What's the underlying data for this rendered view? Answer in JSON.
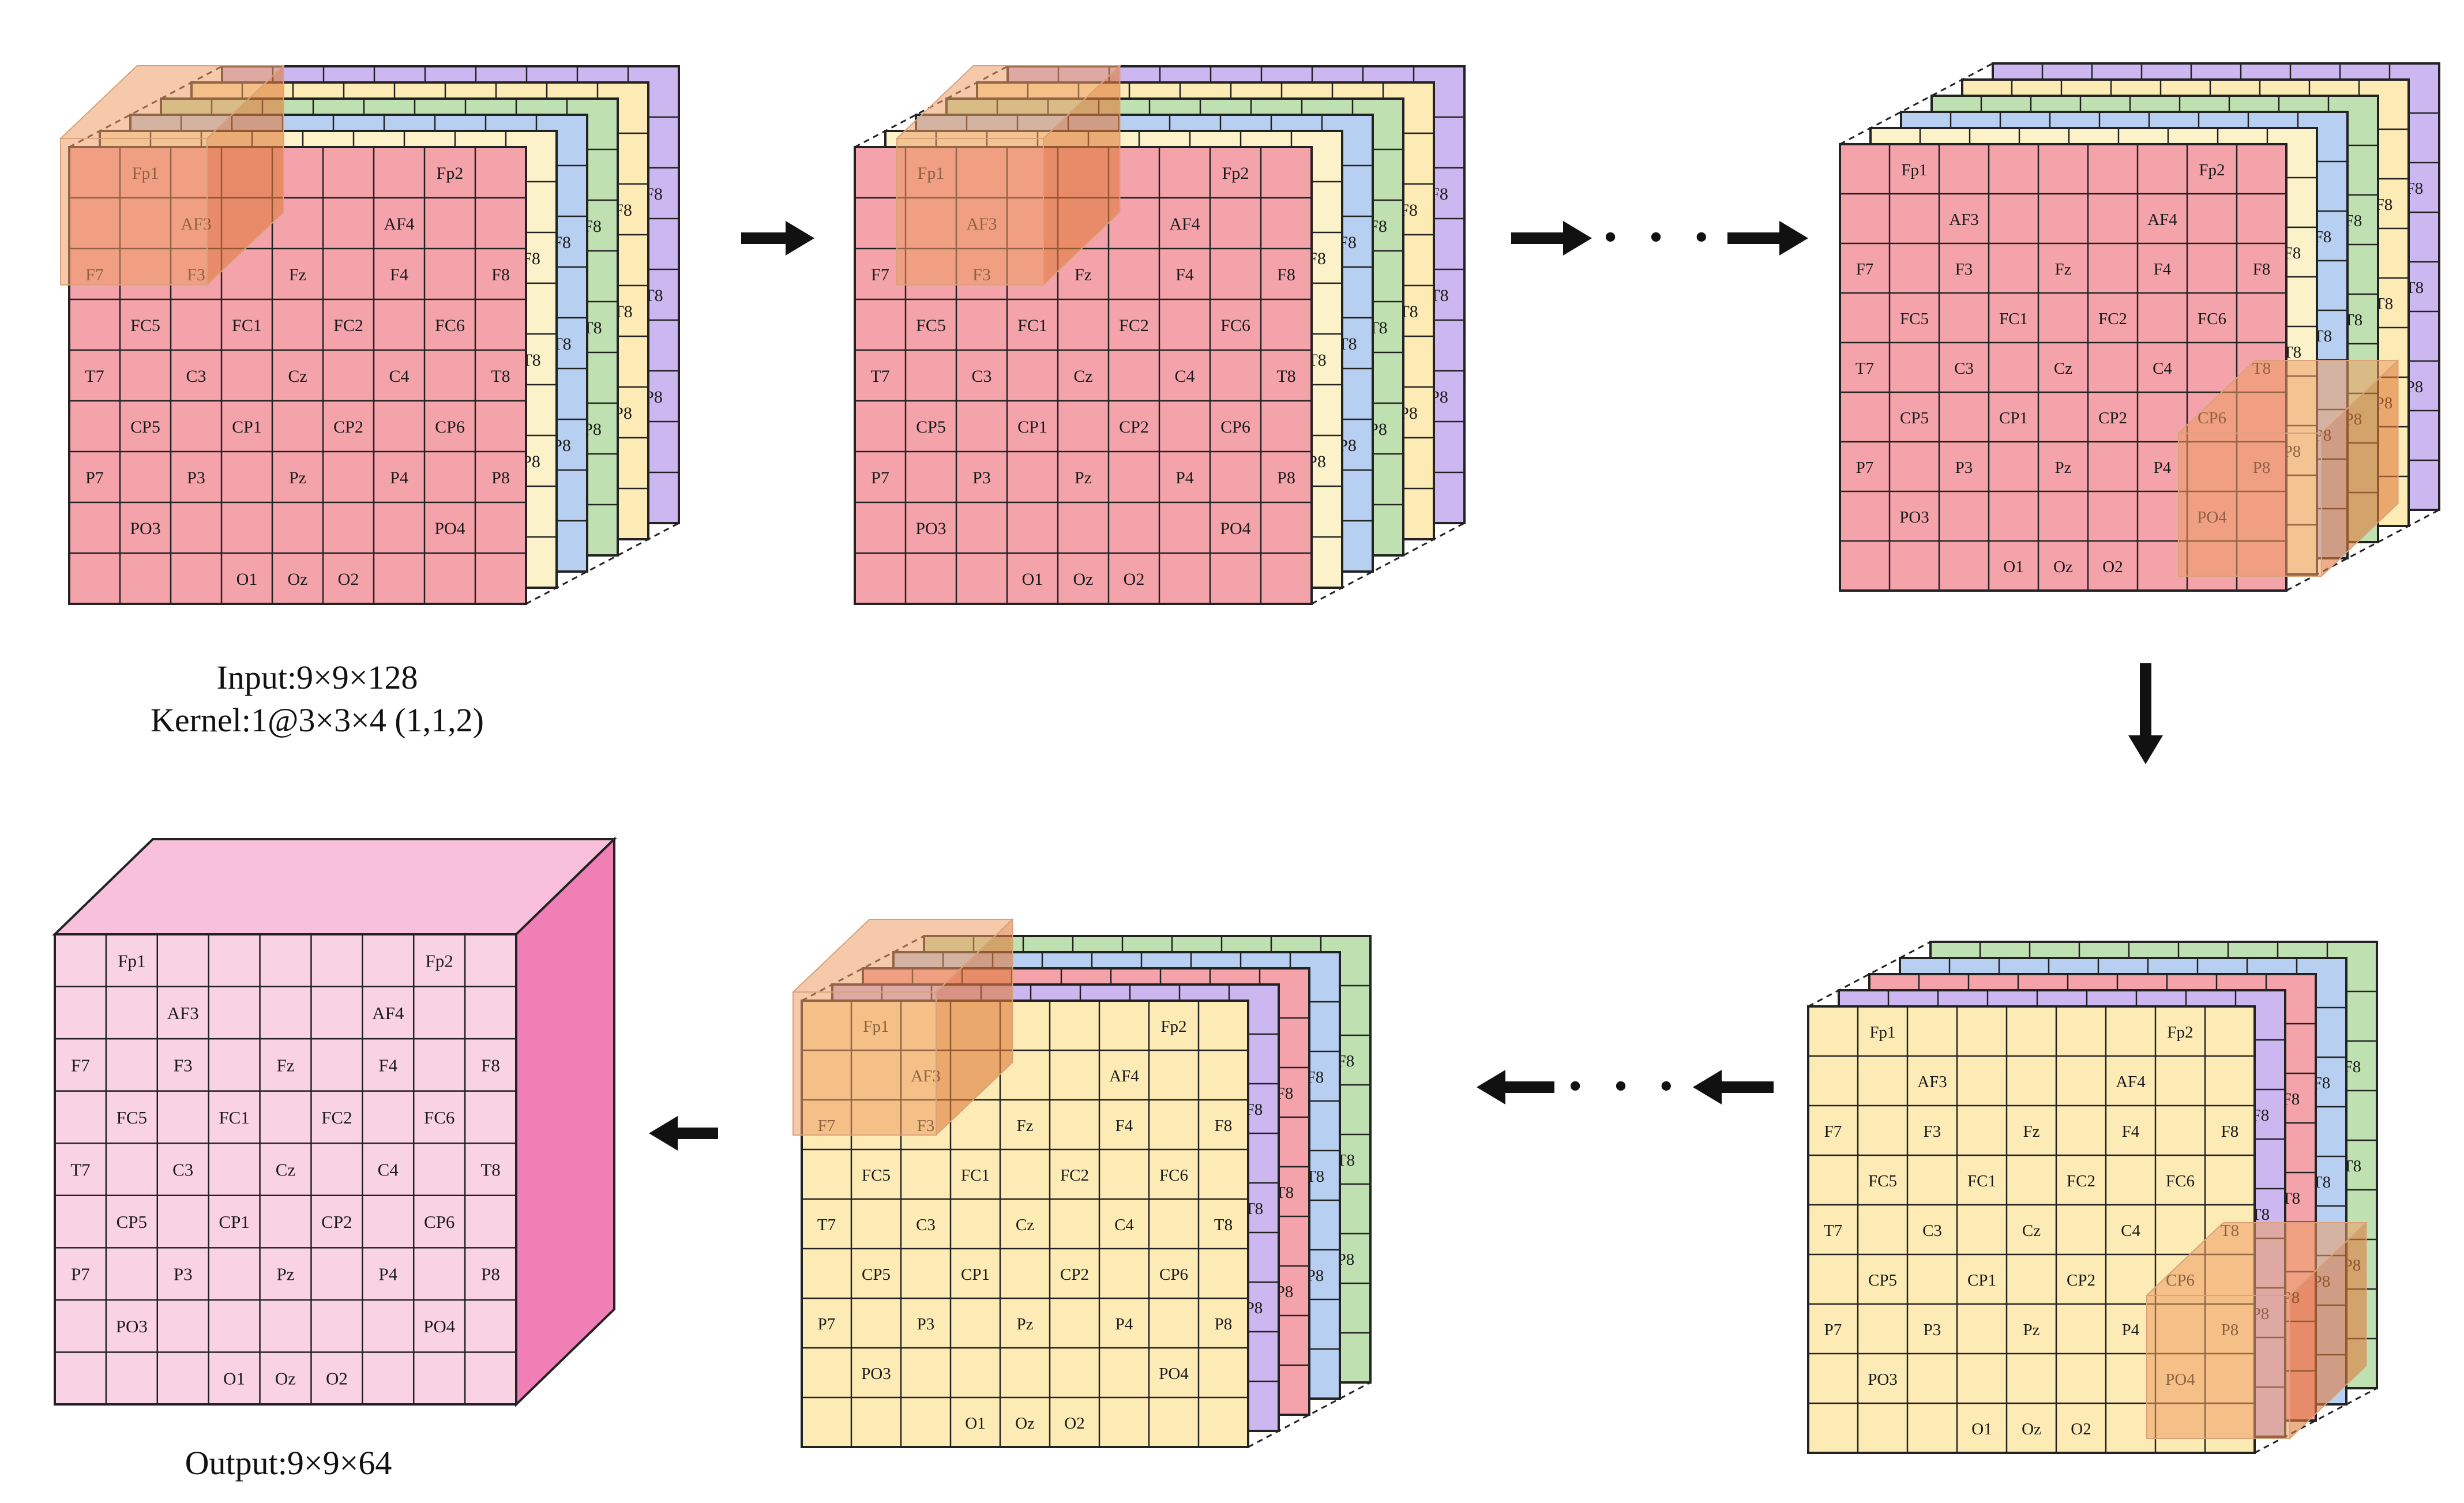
{
  "labels": {
    "input": "Input:9×9×128",
    "kernel": "Kernel:1@3×3×4 (1,1,2)",
    "output": "Output:9×9×64"
  },
  "ellipsis": "• • •",
  "colors": {
    "pink": "#f4a3ab",
    "yellow": "#fdebb5",
    "purple": "#cdb7f1",
    "blue": "#b7cff0",
    "green": "#bfe0b0",
    "cream": "#fbf2c9",
    "kernel": "#ed9c62",
    "output_face": "#f9d3e4",
    "output_side": "#ef7fb5",
    "output_top": "#f8c0da",
    "grid_line": "#222222"
  },
  "electrodes": [
    {
      "row": 0,
      "col": 1,
      "name": "Fp1"
    },
    {
      "row": 0,
      "col": 7,
      "name": "Fp2"
    },
    {
      "row": 1,
      "col": 2,
      "name": "AF3"
    },
    {
      "row": 1,
      "col": 6,
      "name": "AF4"
    },
    {
      "row": 2,
      "col": 0,
      "name": "F7"
    },
    {
      "row": 2,
      "col": 2,
      "name": "F3"
    },
    {
      "row": 2,
      "col": 4,
      "name": "Fz"
    },
    {
      "row": 2,
      "col": 6,
      "name": "F4"
    },
    {
      "row": 2,
      "col": 8,
      "name": "F8"
    },
    {
      "row": 3,
      "col": 1,
      "name": "FC5"
    },
    {
      "row": 3,
      "col": 3,
      "name": "FC1"
    },
    {
      "row": 3,
      "col": 5,
      "name": "FC2"
    },
    {
      "row": 3,
      "col": 7,
      "name": "FC6"
    },
    {
      "row": 4,
      "col": 0,
      "name": "T7"
    },
    {
      "row": 4,
      "col": 2,
      "name": "C3"
    },
    {
      "row": 4,
      "col": 4,
      "name": "Cz"
    },
    {
      "row": 4,
      "col": 6,
      "name": "C4"
    },
    {
      "row": 4,
      "col": 8,
      "name": "T8"
    },
    {
      "row": 5,
      "col": 1,
      "name": "CP5"
    },
    {
      "row": 5,
      "col": 3,
      "name": "CP1"
    },
    {
      "row": 5,
      "col": 5,
      "name": "CP2"
    },
    {
      "row": 5,
      "col": 7,
      "name": "CP6"
    },
    {
      "row": 6,
      "col": 0,
      "name": "P7"
    },
    {
      "row": 6,
      "col": 2,
      "name": "P3"
    },
    {
      "row": 6,
      "col": 4,
      "name": "Pz"
    },
    {
      "row": 6,
      "col": 6,
      "name": "P4"
    },
    {
      "row": 6,
      "col": 8,
      "name": "P8"
    },
    {
      "row": 7,
      "col": 1,
      "name": "PO3"
    },
    {
      "row": 7,
      "col": 7,
      "name": "PO4"
    },
    {
      "row": 8,
      "col": 3,
      "name": "O1"
    },
    {
      "row": 8,
      "col": 4,
      "name": "Oz"
    },
    {
      "row": 8,
      "col": 5,
      "name": "O2"
    }
  ],
  "stacks": [
    {
      "id": "step-1",
      "front": "pink",
      "back": [
        "cream",
        "blue",
        "green",
        "yellow",
        "purple"
      ],
      "kernel": {
        "row": 0,
        "col": 0
      }
    },
    {
      "id": "step-2",
      "front": "pink",
      "back": [
        "cream",
        "blue",
        "green",
        "yellow",
        "purple"
      ],
      "kernel": {
        "row": 0,
        "col": 1
      }
    },
    {
      "id": "step-3",
      "front": "pink",
      "back": [
        "cream",
        "blue",
        "green",
        "yellow",
        "purple"
      ],
      "kernel": {
        "row": 6,
        "col": 7
      }
    },
    {
      "id": "step-4",
      "front": "yellow",
      "back": [
        "purple",
        "pink",
        "blue",
        "green"
      ],
      "kernel": {
        "row": 0,
        "col": 0
      }
    },
    {
      "id": "step-5",
      "front": "yellow",
      "back": [
        "purple",
        "pink",
        "blue",
        "green"
      ],
      "kernel": {
        "row": 6,
        "col": 7
      }
    }
  ]
}
